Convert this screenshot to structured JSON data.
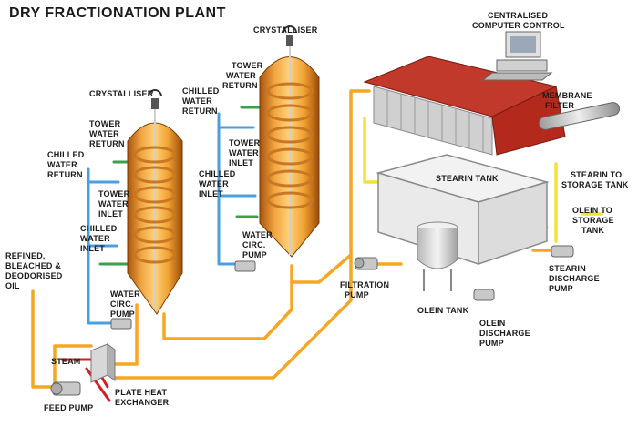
{
  "title": "DRY FRACTIONATION PLANT",
  "labels": {
    "crystalliser_left": "CRYSTALLISER",
    "crystalliser_right": "CRYSTALLISER",
    "centralised_control_1": "CENTRALISED",
    "centralised_control_2": "COMPUTER CONTROL",
    "membrane_filter_1": "MEMBRANE",
    "membrane_filter_2": "FILTER",
    "stearin_tank": "STEARIN TANK",
    "stearin_to_storage_1": "STEARIN TO",
    "stearin_to_storage_2": "STORAGE TANK",
    "olein_to_storage_1": "OLEIN TO",
    "olein_to_storage_2": "STORAGE",
    "olein_to_storage_3": "TANK",
    "stearin_discharge_1": "STEARIN",
    "stearin_discharge_2": "DISCHARGE",
    "stearin_discharge_3": "PUMP",
    "olein_tank": "OLEIN TANK",
    "olein_discharge_1": "OLEIN",
    "olein_discharge_2": "DISCHARGE",
    "olein_discharge_3": "PUMP",
    "filtration_pump_1": "FILTRATION",
    "filtration_pump_2": "PUMP",
    "feed_pump": "FEED PUMP",
    "steam": "STEAM",
    "plate_heat_1": "PLATE HEAT",
    "plate_heat_2": "EXCHANGER",
    "refined_1": "REFINED,",
    "refined_2": "BLEACHED &",
    "refined_3": "DEODORISED",
    "refined_4": "OIL",
    "l_tower_return_1": "TOWER",
    "l_tower_return_2": "WATER",
    "l_tower_return_3": "RETURN",
    "l_chilled_return_1": "CHILLED",
    "l_chilled_return_2": "WATER",
    "l_chilled_return_3": "RETURN",
    "l_tower_inlet_1": "TOWER",
    "l_tower_inlet_2": "WATER",
    "l_tower_inlet_3": "INLET",
    "l_chilled_inlet_1": "CHILLED",
    "l_chilled_inlet_2": "WATER",
    "l_chilled_inlet_3": "INLET",
    "l_water_circ_1": "WATER",
    "l_water_circ_2": "CIRC.",
    "l_water_circ_3": "PUMP",
    "r_tower_return_1": "TOWER",
    "r_tower_return_2": "WATER",
    "r_tower_return_3": "RETURN",
    "r_chilled_return_1": "CHILLED",
    "r_chilled_return_2": "WATER",
    "r_chilled_return_3": "RETURN",
    "r_tower_inlet_1": "TOWER",
    "r_tower_inlet_2": "WATER",
    "r_tower_inlet_3": "INLET",
    "r_chilled_inlet_1": "CHILLED",
    "r_chilled_inlet_2": "WATER",
    "r_chilled_inlet_3": "INLET",
    "r_water_circ_1": "WATER",
    "r_water_circ_2": "CIRC.",
    "r_water_circ_3": "PUMP"
  },
  "colors": {
    "oil_line": "#f5a623",
    "chilled_line": "#4a9fe0",
    "tower_line": "#3aa04a",
    "stearin_line": "#f2e23a",
    "steam_line": "#d22020",
    "vessel_body": "#f0a030",
    "vessel_dark": "#b85a10",
    "coil": "#c87822",
    "filter_frame": "#c0392b",
    "tank_line": "#8a8a8a"
  }
}
